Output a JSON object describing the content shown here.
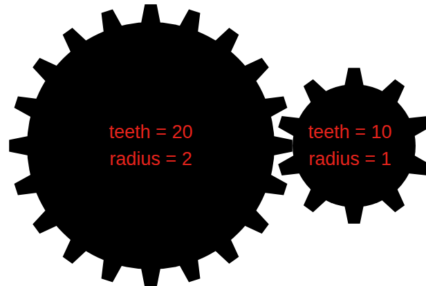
{
  "diagram": {
    "nodes": [
      {
        "text": [
          "teeth = 20",
          "radius = 2"
        ]
      },
      {
        "text": [
          "teeth = 10",
          "radius = 1"
        ]
      }
    ]
  }
}
